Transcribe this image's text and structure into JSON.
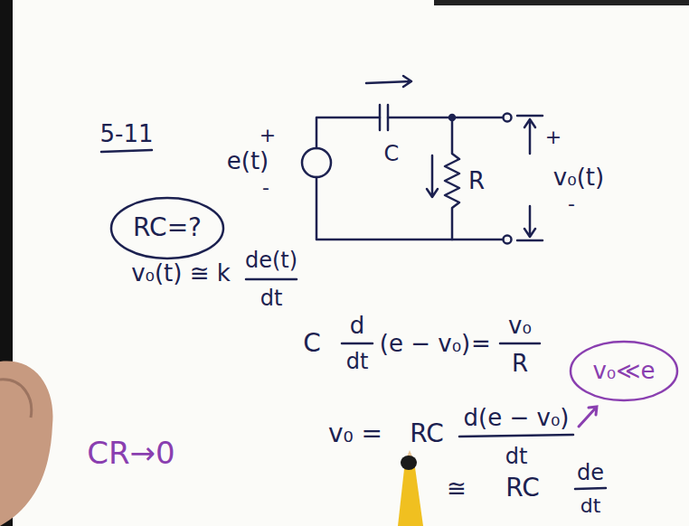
{
  "diagram": {
    "nodes": [
      {
        "text": [
          "RC=?"
        ]
      },
      {
        "text": [
          "v₀≪e"
        ]
      }
    ],
    "labels": [
      "5-11",
      "+",
      "e(t)",
      "-",
      "C",
      "R",
      "+",
      "v₀(t)",
      "-",
      "v₀(t) ≅ k",
      "de(t)",
      "dt",
      "C",
      "d",
      "dt",
      "(e − v₀)",
      "=",
      "v₀",
      "R",
      "v₀ =",
      "RC",
      "d(e − v₀)",
      "dt",
      "≅",
      "RC",
      "de",
      "dt",
      "CR→0"
    ]
  }
}
